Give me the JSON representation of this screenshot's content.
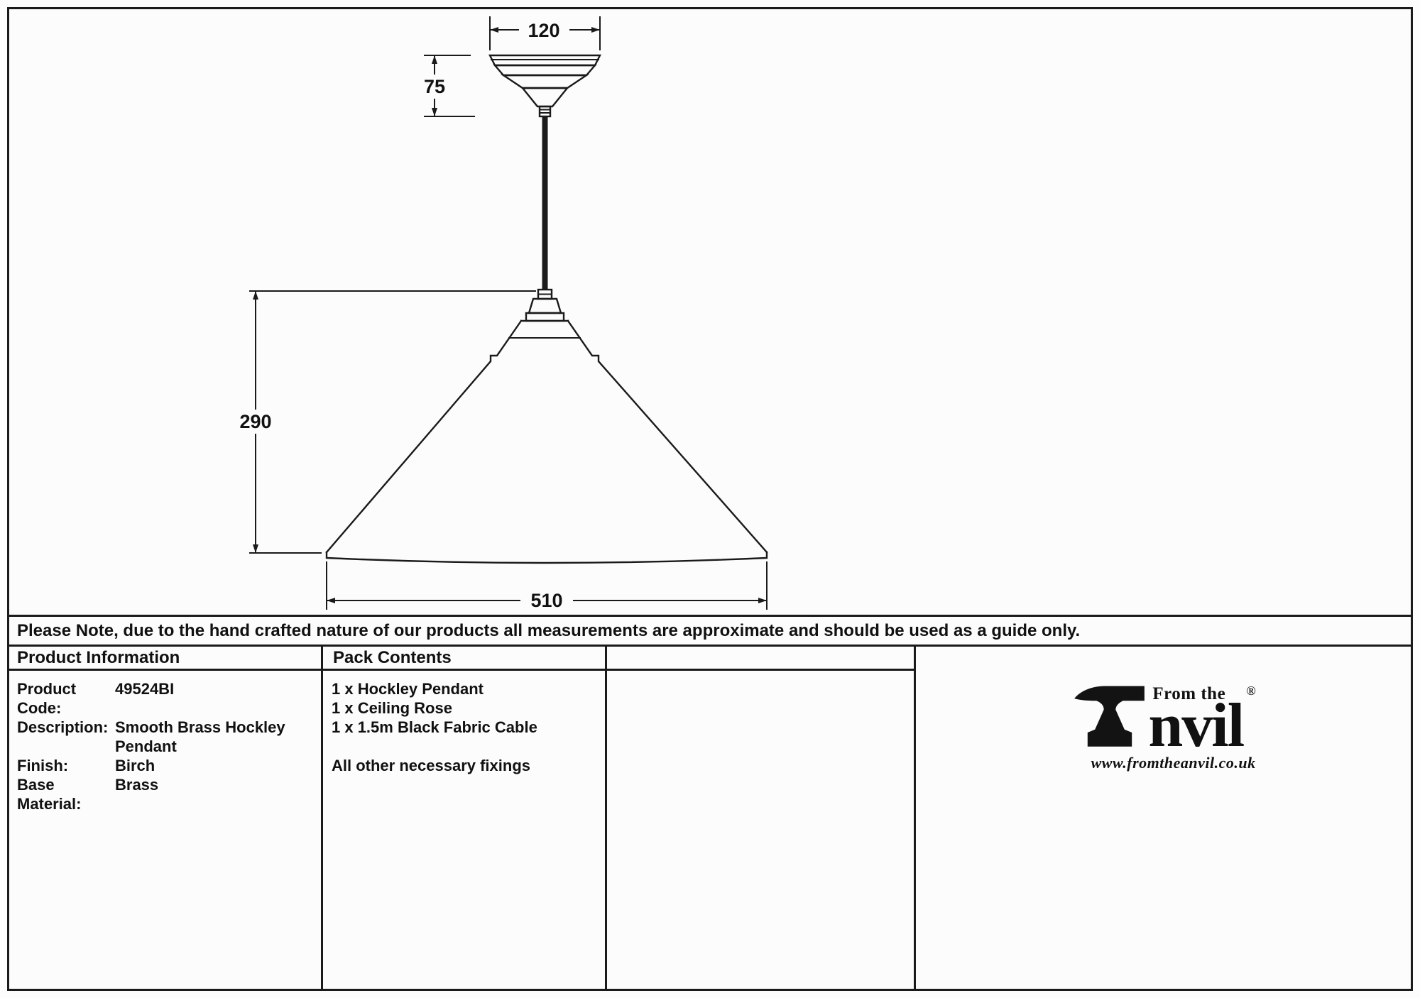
{
  "drawing": {
    "dim_rose_width": "120",
    "dim_rose_height": "75",
    "dim_shade_height": "290",
    "dim_shade_width": "510"
  },
  "note": "Please Note, due to the hand crafted nature of our products all measurements are approximate and should be used as a guide only.",
  "product_info": {
    "header": "Product Information",
    "rows": [
      {
        "label": "Product Code:",
        "value": "49524BI"
      },
      {
        "label": "Description:",
        "value": "Smooth Brass Hockley Pendant"
      },
      {
        "label": "Finish:",
        "value": "Birch"
      },
      {
        "label": "Base Material:",
        "value": "Brass"
      }
    ]
  },
  "pack_contents": {
    "header": "Pack Contents",
    "items": [
      "1 x Hockley Pendant",
      "1 x Ceiling Rose",
      "1 x 1.5m Black Fabric Cable",
      "All other necessary fixings"
    ]
  },
  "logo": {
    "from_the": "From the",
    "brand": "nvil",
    "registered": "®",
    "website": "www.fromtheanvil.co.uk"
  }
}
